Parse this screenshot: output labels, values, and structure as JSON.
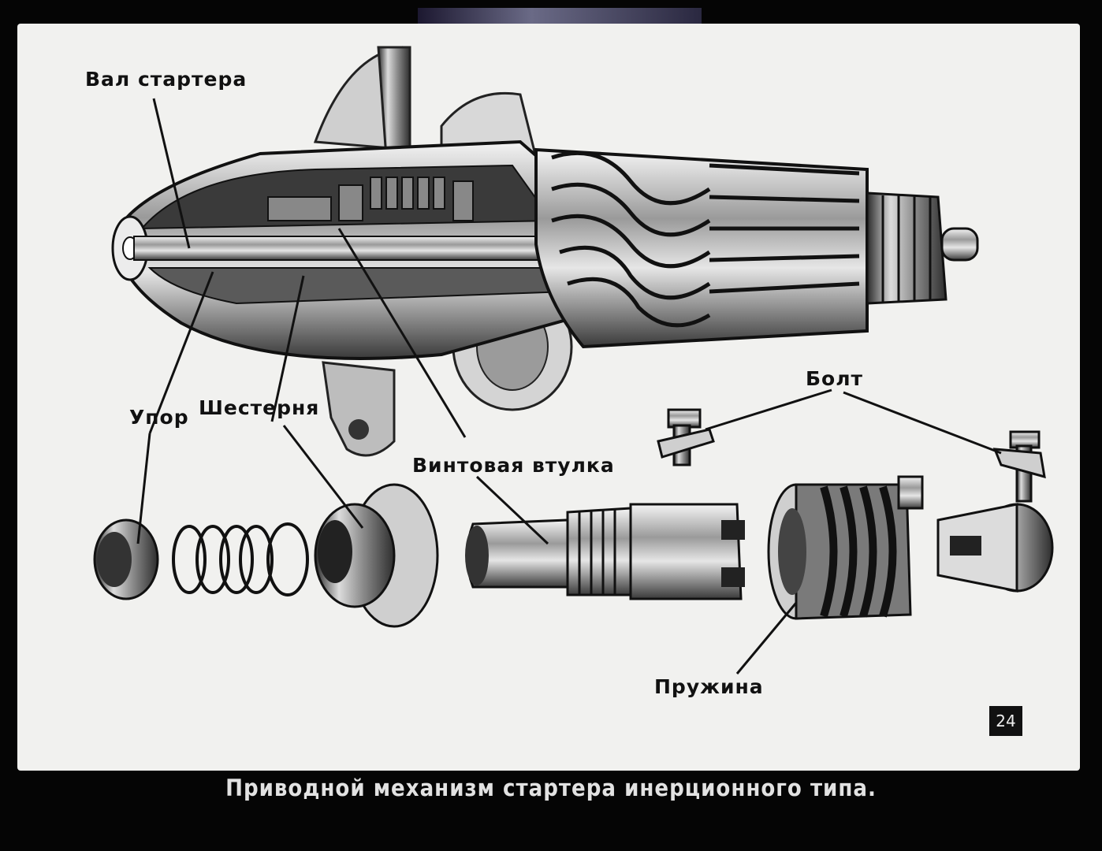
{
  "labels": {
    "shaft": "Вал стартера",
    "stop": "Упор",
    "gear": "Шестерня",
    "screw_sleeve": "Винтовая втулка",
    "bolt": "Болт",
    "spring": "Пружина"
  },
  "page_number": "24",
  "caption": "Приводной механизм стартера инерционного типа."
}
